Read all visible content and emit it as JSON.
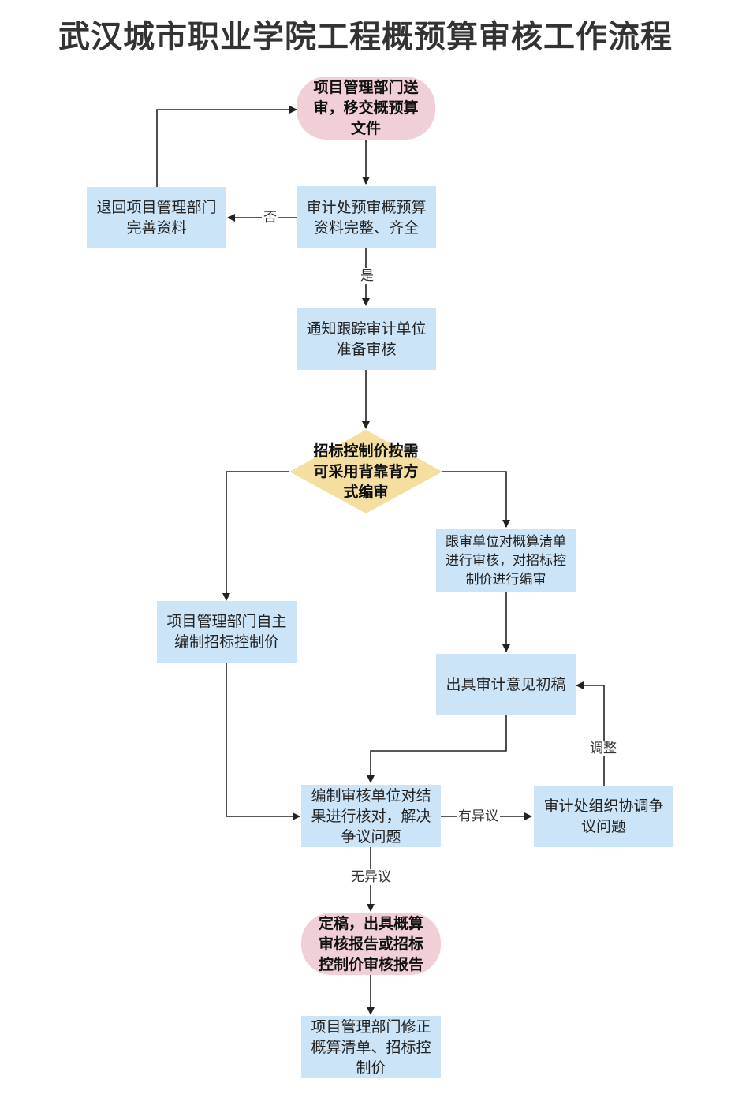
{
  "title": "武汉城市职业学院工程概预算审核工作流程",
  "nodes": {
    "start": "项目管理部门送审，移交概预算文件",
    "precheck": "审计处预审概预算资料完整、齐全",
    "return": "退回项目管理部门完善资料",
    "notify": "通知跟踪审计单位准备审核",
    "decision": "招标控制价按需可采用背靠背方式编审",
    "self_compile": "项目管理部门自主编制招标控制价",
    "track_review": "跟审单位对概算清单进行审核，对招标控制价进行编审",
    "draft": "出具审计意见初稿",
    "reconcile": "编制审核单位对结果进行核对，解决争议问题",
    "coordinate": "审计处组织协调争议问题",
    "final": "定稿，出具概算审核报告或招标控制价审核报告",
    "revise": "项目管理部门修正概算清单、招标控制价"
  },
  "edge_labels": {
    "no": "否",
    "yes": "是",
    "adjust": "调整",
    "dispute": "有异议",
    "no_dispute": "无异议"
  },
  "colors": {
    "process_box": "#cce4f7",
    "terminal": "#f1cfd6",
    "decision": "#f5dfa0",
    "line": "#222222"
  }
}
